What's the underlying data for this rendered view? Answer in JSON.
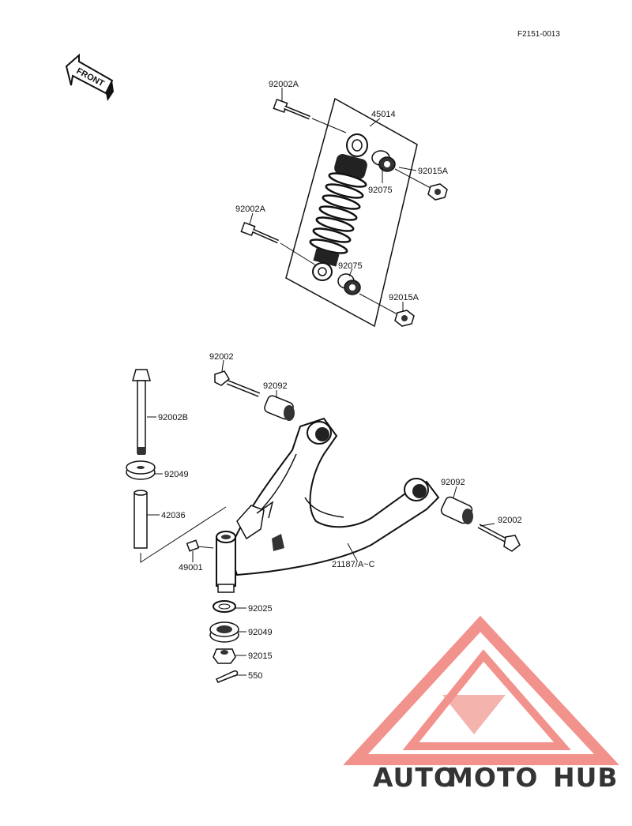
{
  "diagram_code": "F2151-0013",
  "front_label": "FRONT",
  "parts": {
    "bolt_upper_shock": "92002A",
    "shock_absorber": "45014",
    "nut_upper": "92015A",
    "collar_upper": "92075",
    "bolt_lower_shock": "92002A",
    "collar_lower": "92075",
    "nut_lower": "92015A",
    "bolt_arm_front": "92002",
    "bushing_arm_front": "92092",
    "bolt_king_pin": "92002B",
    "bushing_king_pin": "92049",
    "sleeve": "42036",
    "grease_fitting": "49001",
    "suspension_arm": "21187/A~C",
    "bushing_arm_rear": "92092",
    "bolt_arm_rear": "92002",
    "washer": "92025",
    "bushing_lower": "92049",
    "nut_castle": "92015",
    "cotter_pin": "550"
  },
  "watermark": {
    "part1": "AUTO",
    "part2": "MOTO",
    "part3": "HUB",
    "color_light": "#f5c27a",
    "color_red": "#f08078",
    "color_gray": "#8a8a8a"
  }
}
